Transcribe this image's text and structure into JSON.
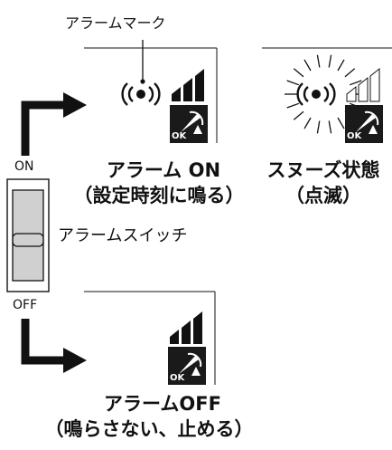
{
  "callout": {
    "alarm_mark": "アラームマーク"
  },
  "switch": {
    "on_label": "ON",
    "off_label": "OFF",
    "name_label": "アラームスイッチ"
  },
  "state_on": {
    "title": "アラーム ON",
    "subtitle": "（設定時刻に鳴る）",
    "badge": "OK"
  },
  "state_snooze": {
    "title": "スヌーズ状態",
    "subtitle": "（点滅）",
    "badge": "OK"
  },
  "state_off": {
    "title": "アラームOFF",
    "subtitle": "（鳴らさない、止める）",
    "badge": "OK"
  },
  "colors": {
    "ink": "#111111",
    "switch_fill": "#d0d0d0",
    "badge_fill": "#1a1a1a"
  }
}
